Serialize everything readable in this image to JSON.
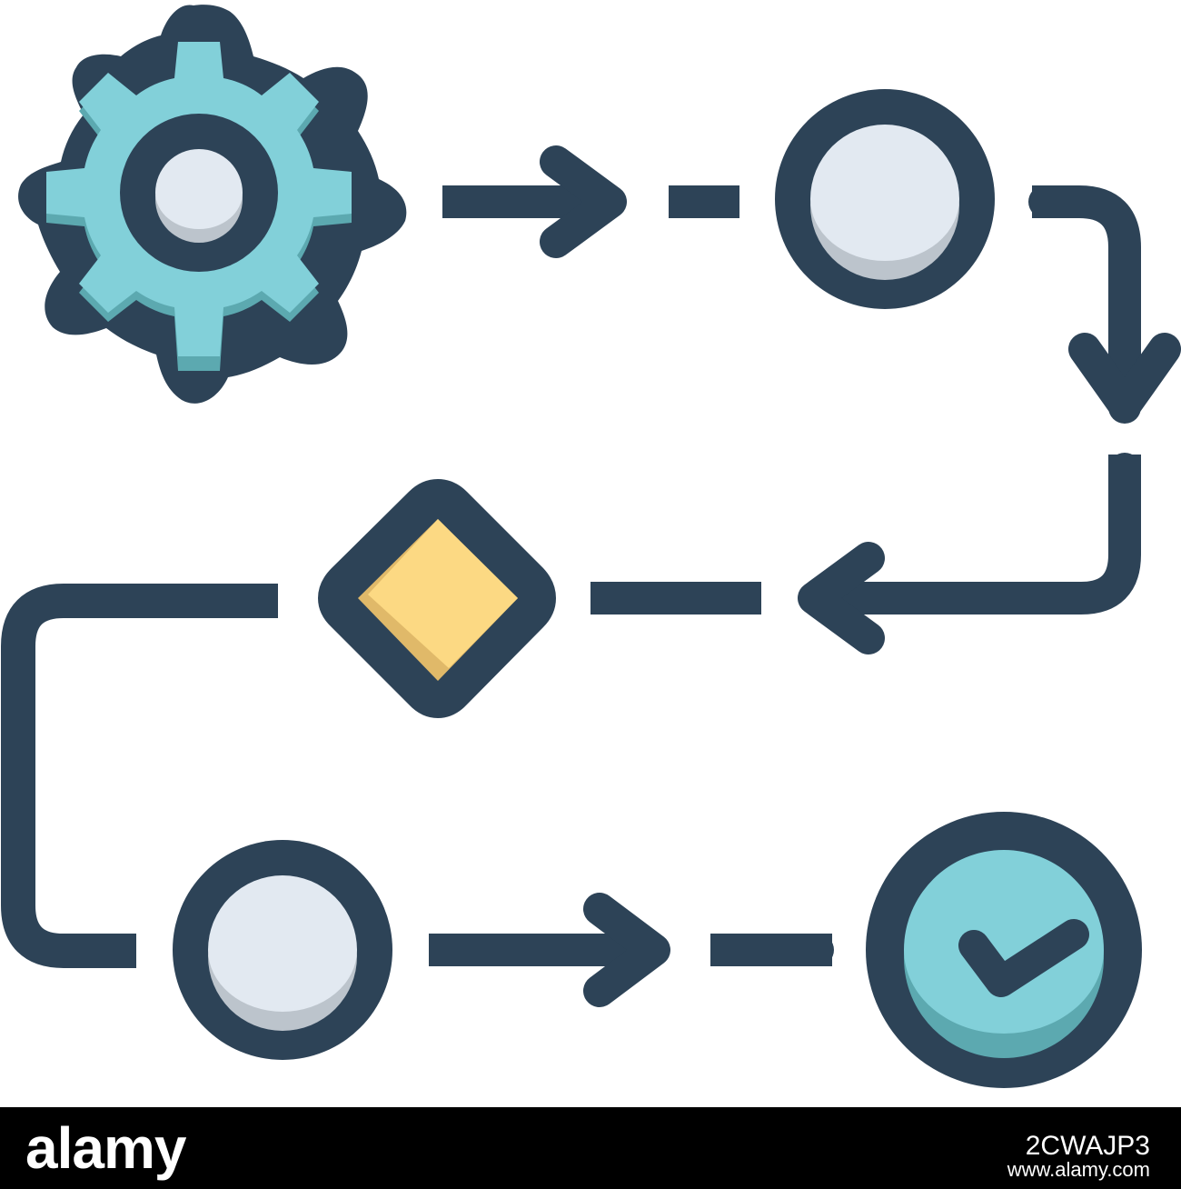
{
  "colors": {
    "outline": "#2D4357",
    "gear_fill": "#82D0D9",
    "gear_shade": "#5CA9B0",
    "node_fill": "#E2E9F1",
    "node_shade": "#BCC4CC",
    "diamond_fill": "#FCD983",
    "diamond_shade": "#E0B969",
    "check_fill": "#82D0D9",
    "check_shade": "#5CA9B0",
    "footer_bg": "#000000",
    "footer_text": "#FFFFFF"
  },
  "icons": [
    "gear-icon",
    "process-node-icon",
    "decision-diamond-icon",
    "check-circle-icon",
    "arrow-icon"
  ],
  "footer": {
    "brand": "alamy",
    "image_id": "2CWAJP3",
    "site": "www.alamy.com"
  }
}
